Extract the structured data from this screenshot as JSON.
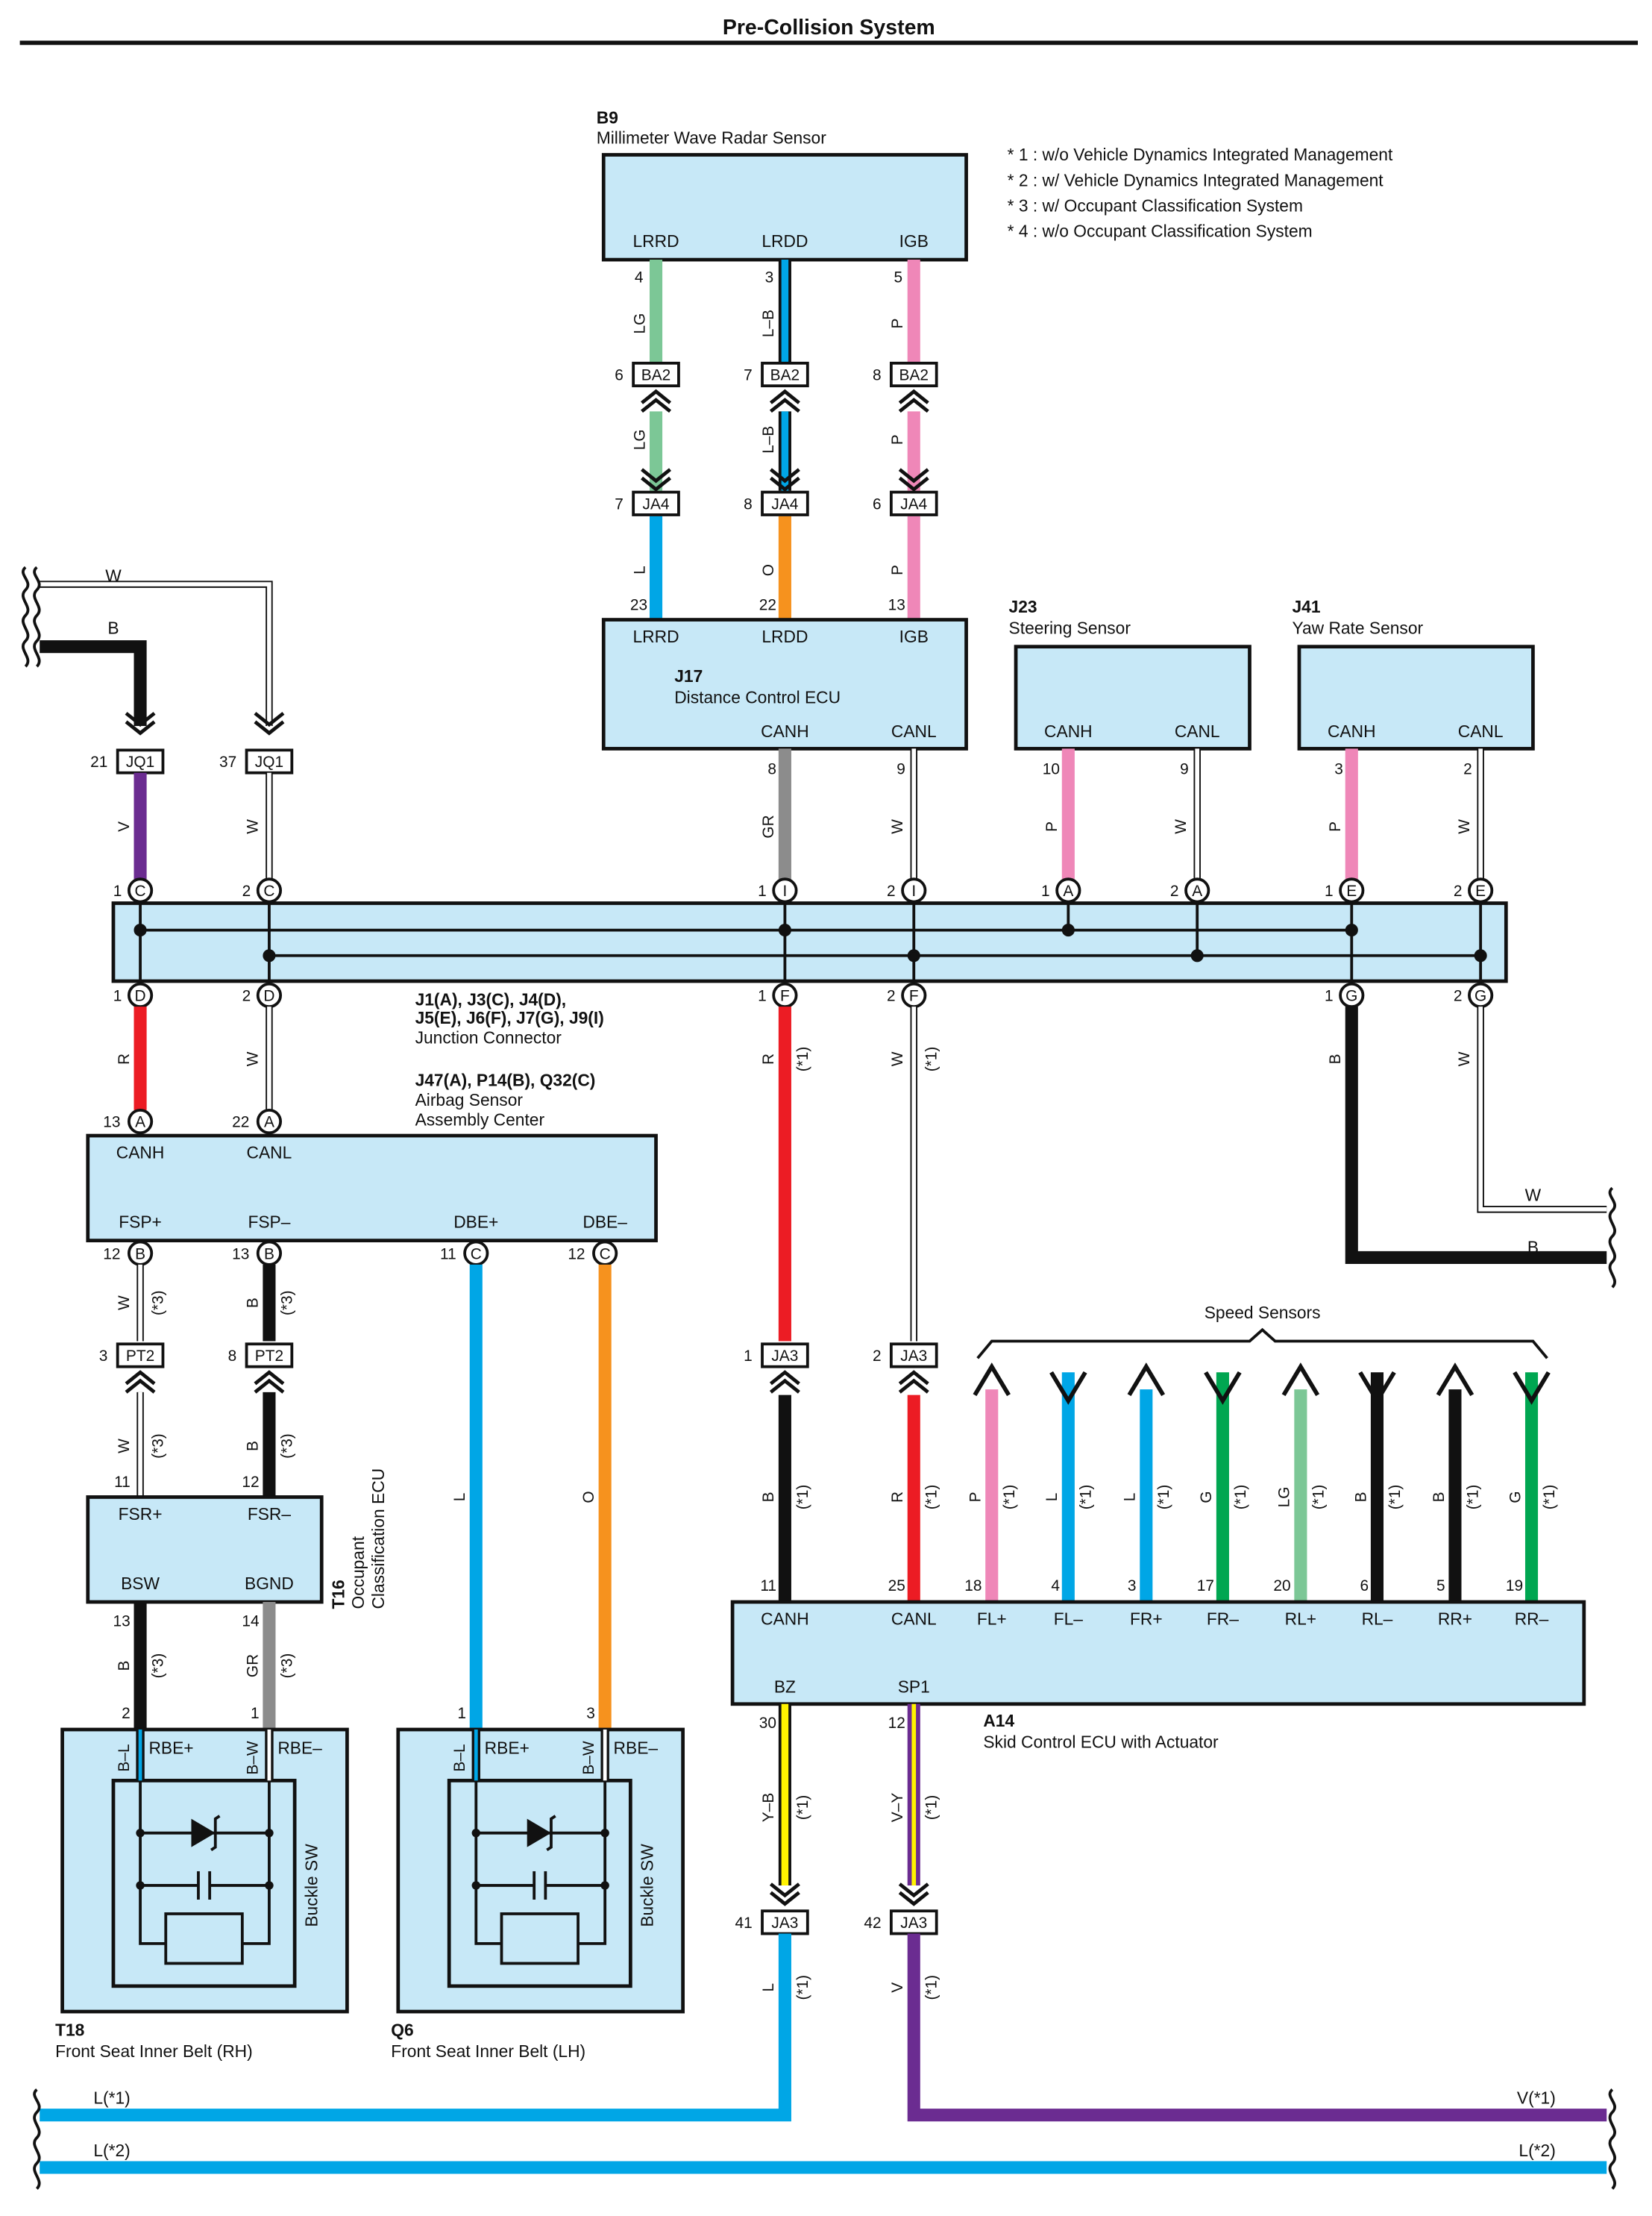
{
  "page": {
    "title": "Pre-Collision System"
  },
  "notes": [
    "* 1 : w/o Vehicle Dynamics Integrated Management",
    "* 2 : w/ Vehicle Dynamics Integrated Management",
    "* 3 : w/ Occupant Classification System",
    "* 4 : w/o Occupant Classification System"
  ],
  "components": {
    "b9": {
      "code": "B9",
      "name": "Millimeter Wave Radar Sensor",
      "pins": [
        "LRRD",
        "LRDD",
        "IGB"
      ]
    },
    "j17": {
      "code": "J17",
      "name": "Distance Control ECU",
      "pins_top": [
        "LRRD",
        "LRDD",
        "IGB"
      ],
      "pins_bottom": [
        "CANH",
        "CANL"
      ]
    },
    "j23": {
      "code": "J23",
      "name": "Steering Sensor",
      "pins": [
        "CANH",
        "CANL"
      ]
    },
    "j41": {
      "code": "J41",
      "name": "Yaw Rate Sensor",
      "pins": [
        "CANH",
        "CANL"
      ]
    },
    "junction": {
      "line1": "J1(A), J3(C), J4(D),",
      "line2": "J5(E), J6(F), J7(G), J9(I)",
      "line3": "Junction Connector"
    },
    "airbag": {
      "line1": "J47(A), P14(B), Q32(C)",
      "line2": "Airbag Sensor",
      "line3": "Assembly Center",
      "pins_top": [
        "CANH",
        "CANL"
      ],
      "pins_bottom": [
        "FSP+",
        "FSP–",
        "DBE+",
        "DBE–"
      ]
    },
    "t16": {
      "code": "T16",
      "line1": "Occupant",
      "line2": "Classification ECU",
      "pins_top": [
        "FSR+",
        "FSR–"
      ],
      "pins_bottom": [
        "BSW",
        "BGND"
      ]
    },
    "t18": {
      "code": "T18",
      "name": "Front Seat Inner Belt (RH)",
      "sw": "Buckle SW",
      "pins": [
        "RBE+",
        "RBE–"
      ]
    },
    "q6": {
      "code": "Q6",
      "name": "Front Seat Inner Belt (LH)",
      "sw": "Buckle SW",
      "pins": [
        "RBE+",
        "RBE–"
      ]
    },
    "a14": {
      "code": "A14",
      "name": "Skid Control ECU with Actuator",
      "pins_top": [
        "CANH",
        "CANL",
        "FL+",
        "FL–",
        "FR+",
        "FR–",
        "RL+",
        "RL–",
        "RR+",
        "RR–"
      ],
      "pins_bottom": [
        "BZ",
        "SP1"
      ]
    },
    "speed": {
      "label": "Speed Sensors"
    }
  },
  "connectors": {
    "ba2": "BA2",
    "ja4": "JA4",
    "jq1": "JQ1",
    "pt2": "PT2",
    "ja3": "JA3"
  },
  "wire_colors": {
    "LG": "#7cc796",
    "L": "#00a6e6",
    "P": "#ef87b8",
    "O": "#f6921e",
    "R": "#ec1c24",
    "W": "#ffffff",
    "B": "#111111",
    "GR": "#8c8c8c",
    "V": "#6b2c91",
    "G": "#00a651",
    "Y": "#fff200",
    "box_fill": "#c7e8f7"
  },
  "bus_labels": {
    "top_w": "W",
    "top_b": "B",
    "right_w": "W",
    "right_b": "B",
    "bottom_l1": "L(*1)",
    "bottom_l2": "L(*2)",
    "bottom_v1": "V(*1)",
    "bottom_l2r": "L(*2)"
  }
}
